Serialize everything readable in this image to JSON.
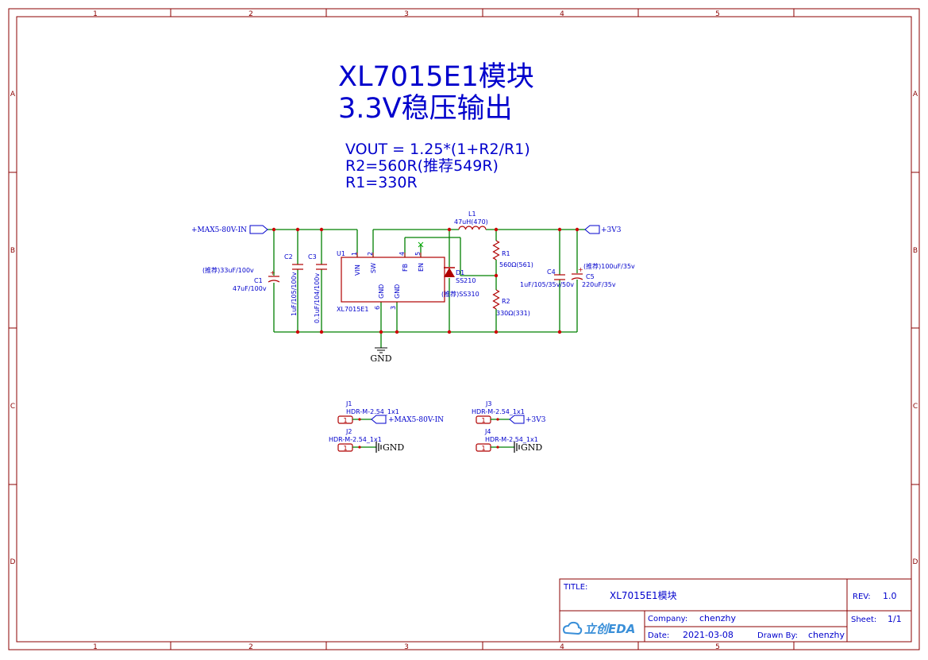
{
  "frame": {
    "columns": [
      "1",
      "2",
      "3",
      "4",
      "5"
    ],
    "rows": [
      "A",
      "B",
      "C",
      "D"
    ]
  },
  "heading": {
    "line1": "XL7015E1模块",
    "line2": "3.3V稳压输出",
    "formula1": "VOUT = 1.25*(1+R2/R1)",
    "formula2": "R2=560R(推荐549R)",
    "formula3": "R1=330R"
  },
  "nets": {
    "vin": "+MAX5-80V-IN",
    "vout": "+3V3",
    "gnd": "GND"
  },
  "components": {
    "u1": {
      "ref": "U1",
      "part": "XL7015E1",
      "pin1_num": "1",
      "pin1_name": "VIN",
      "pin2_num": "2",
      "pin2_name": "SW",
      "pin4_num": "4",
      "pin4_name": "FB",
      "pin5_num": "5",
      "pin5_name": "EN",
      "pin6_num": "6",
      "pin6_name": "GND",
      "pin3_num": "3",
      "pin3_name": "GND"
    },
    "c1": {
      "ref": "C1",
      "value": "47uF/100v",
      "note": "(推荐)33uF/100v"
    },
    "c2": {
      "ref": "C2",
      "value": "1uF/105/100v"
    },
    "c3": {
      "ref": "C3",
      "value": "0.1uF/104/100v"
    },
    "l1": {
      "ref": "L1",
      "value": "47uH(470)"
    },
    "d1": {
      "ref": "D1",
      "value": "SS210",
      "note": "(推荐)SS310"
    },
    "r1": {
      "ref": "R1",
      "value": "560Ω(561)"
    },
    "r2": {
      "ref": "R2",
      "value": "330Ω(331)"
    },
    "c4": {
      "ref": "C4",
      "value": "1uF/105/35v/50v"
    },
    "c5": {
      "ref": "C5",
      "value": "220uF/35v",
      "note": "(推荐)100uF/35v"
    }
  },
  "connectors": {
    "j1": {
      "ref": "J1",
      "part": "HDR-M-2.54_1x1",
      "pin": "1"
    },
    "j2": {
      "ref": "J2",
      "part": "HDR-M-2.54_1x1",
      "pin": "1"
    },
    "j3": {
      "ref": "J3",
      "part": "HDR-M-2.54_1x1",
      "pin": "1"
    },
    "j4": {
      "ref": "J4",
      "part": "HDR-M-2.54_1x1",
      "pin": "1"
    }
  },
  "title_block": {
    "title_label": "TITLE:",
    "title_value": "XL7015E1模块",
    "rev_label": "REV:",
    "rev_value": "1.0",
    "company_label": "Company:",
    "company_value": "chenzhy",
    "sheet_label": "Sheet:",
    "sheet_value": "1/1",
    "date_label": "Date:",
    "date_value": "2021-03-08",
    "drawn_label": "Drawn By:",
    "drawn_value": "chenzhy",
    "logo_text": "立创EDA"
  },
  "colors": {
    "border": "#8b0000",
    "wire": "#008000",
    "text_blue": "#0000cc",
    "part_red": "#b00000",
    "junction": "#cc0000"
  }
}
